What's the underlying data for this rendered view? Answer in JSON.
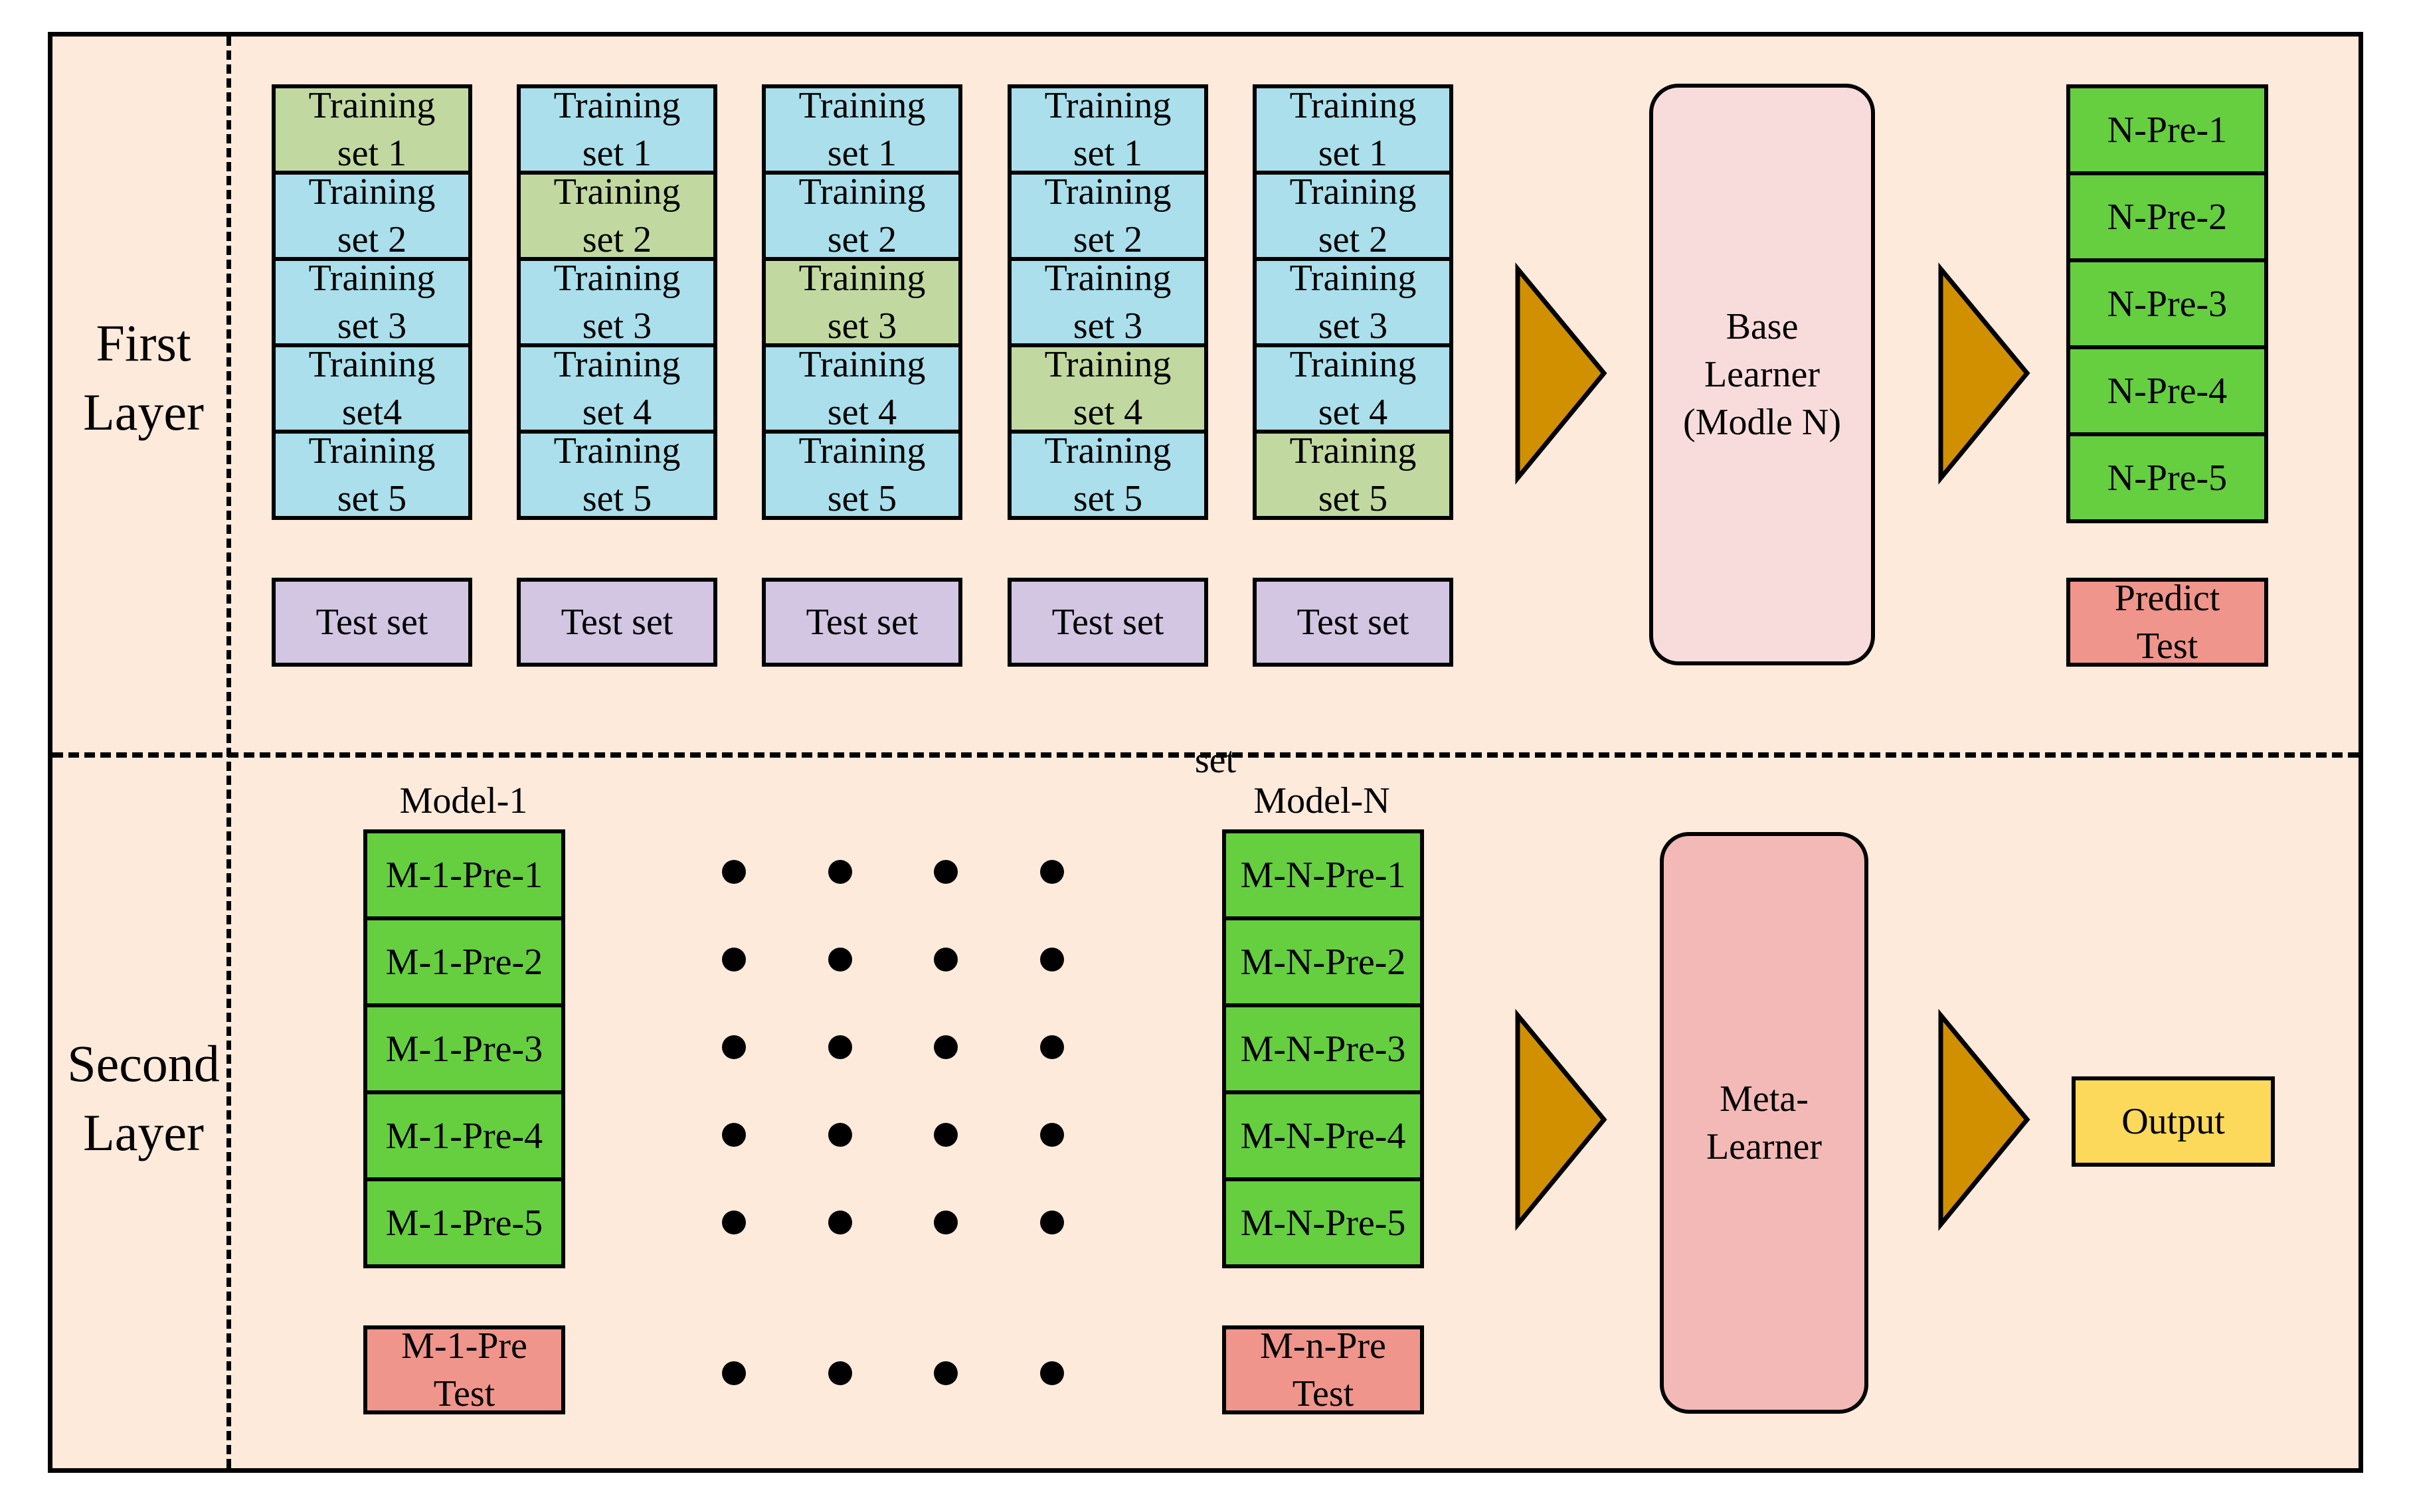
{
  "layers": {
    "first": "First\nLayer",
    "second": "Second\nLayer"
  },
  "first_layer": {
    "folds": [
      {
        "sets": [
          "Training\nset 1",
          "Training\nset 2",
          "Training\nset 3",
          "Training\nset4",
          "Training\nset 5"
        ],
        "held_out": 0
      },
      {
        "sets": [
          "Training\nset 1",
          "Training\nset 2",
          "Training\nset 3",
          "Training\nset 4",
          "Training\nset 5"
        ],
        "held_out": 1
      },
      {
        "sets": [
          "Training\nset 1",
          "Training\nset 2",
          "Training\nset 3",
          "Training\nset 4",
          "Training\nset 5"
        ],
        "held_out": 2
      },
      {
        "sets": [
          "Training\nset 1",
          "Training\nset 2",
          "Training\nset 3",
          "Training\nset 4",
          "Training\nset 5"
        ],
        "held_out": 3
      },
      {
        "sets": [
          "Training\nset 1",
          "Training\nset 2",
          "Training\nset 3",
          "Training\nset 4",
          "Training\nset 5"
        ],
        "held_out": 4
      }
    ],
    "test_set_label": "Test set",
    "base_learner": "Base\nLearner\n(Modle N)",
    "predictions": [
      "N-Pre-1",
      "N-Pre-2",
      "N-Pre-3",
      "N-Pre-4",
      "N-Pre-5"
    ],
    "predict_test": "Predict\nTest",
    "overflow_text": "set"
  },
  "second_layer": {
    "model_1": {
      "title": "Model-1",
      "predictions": [
        "M-1-Pre-1",
        "M-1-Pre-2",
        "M-1-Pre-3",
        "M-1-Pre-4",
        "M-1-Pre-5"
      ],
      "test": "M-1-Pre\nTest"
    },
    "model_n": {
      "title": "Model-N",
      "predictions": [
        "M-N-Pre-1",
        "M-N-Pre-2",
        "M-N-Pre-3",
        "M-N-Pre-4",
        "M-N-Pre-5"
      ],
      "test": "M-n-Pre\nTest"
    },
    "meta_learner": "Meta-\nLearner",
    "output": "Output"
  },
  "colors": {
    "background": "#fdeadb",
    "training_set": "#aadfeb",
    "held_out_set": "#c1d9a0",
    "test_set": "#d2c6e3",
    "prediction": "#65cf3f",
    "test_prediction": "#ef958b",
    "base_learner": "#f8dcdb",
    "meta_learner": "#f2b9b7",
    "output": "#fcd95a",
    "arrow": "#d19000"
  },
  "icons": {
    "flow_arrow": "triangle-right-icon",
    "ellipsis": "dot-icon"
  }
}
